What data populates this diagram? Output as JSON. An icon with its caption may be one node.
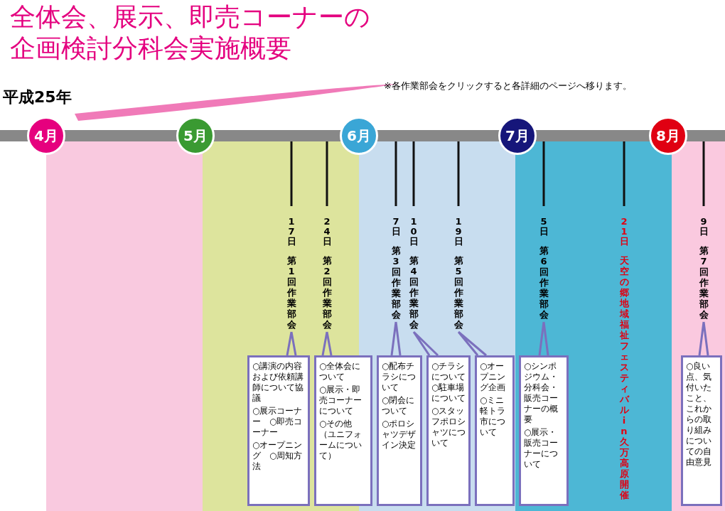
{
  "diagram": {
    "title": "全体会、展示、即売コーナーの企画検討分科会実施概要",
    "nodes": [
      {
        "text": [
          "4月"
        ]
      },
      {
        "text": [
          "5月"
        ]
      },
      {
        "text": [
          "6月"
        ]
      },
      {
        "text": [
          "7月"
        ]
      },
      {
        "text": [
          "8月"
        ]
      },
      {
        "text": [
          "17日",
          "第1回作業部会"
        ]
      },
      {
        "text": [
          "24日",
          "第2回作業部会"
        ]
      },
      {
        "text": [
          "7日",
          "第3回作業部会"
        ]
      },
      {
        "text": [
          "10日",
          "第4回作業部会"
        ]
      },
      {
        "text": [
          "19日",
          "第5回作業部会"
        ]
      },
      {
        "text": [
          "5日",
          "第6回作業部会"
        ]
      },
      {
        "text": [
          "21日",
          "天空の郷地域福祉フェスティバルin久万高原開催"
        ]
      },
      {
        "text": [
          "9日",
          "第7回作業部会"
        ]
      },
      {
        "text": [
          "○講演の内容および依頼講師について協議",
          "○展示コーナー　○即売コーナー",
          "○オープニング　○周知方法"
        ]
      },
      {
        "text": [
          "○全体会について",
          "○展示・即売コーナーについて",
          "○その他（ユニフォームについて）"
        ]
      },
      {
        "text": [
          "○配布チラシについて",
          "○閉会について",
          "○ポロシャツデザイン決定"
        ]
      },
      {
        "text": [
          "○チラシについて○駐車場について",
          "○スタッフポロシャツについて"
        ]
      },
      {
        "text": [
          "○オープニング企画",
          "○ミニ軽トラ市について"
        ]
      },
      {
        "text": [
          "○シンポジウム・分科会・販売コーナーの概要",
          "○展示・販売コーナーについて"
        ]
      },
      {
        "text": [
          "○良い点、気付いたこと、これからの取り組みについての自由意見"
        ]
      }
    ],
    "edges": [
      {
        "from": 13,
        "to": 5,
        "arrow": "none"
      },
      {
        "from": 14,
        "to": 6,
        "arrow": "none"
      },
      {
        "from": 15,
        "to": 7,
        "arrow": "none"
      },
      {
        "from": 16,
        "to": 8,
        "arrow": "none"
      },
      {
        "from": 17,
        "to": 9,
        "arrow": "none"
      },
      {
        "from": 18,
        "to": 10,
        "arrow": "none"
      },
      {
        "from": 19,
        "to": 12,
        "arrow": "none"
      }
    ],
    "labels": [
      "平成25年",
      "※各作業部会をクリックすると各詳細のページへ移ります。"
    ]
  }
}
